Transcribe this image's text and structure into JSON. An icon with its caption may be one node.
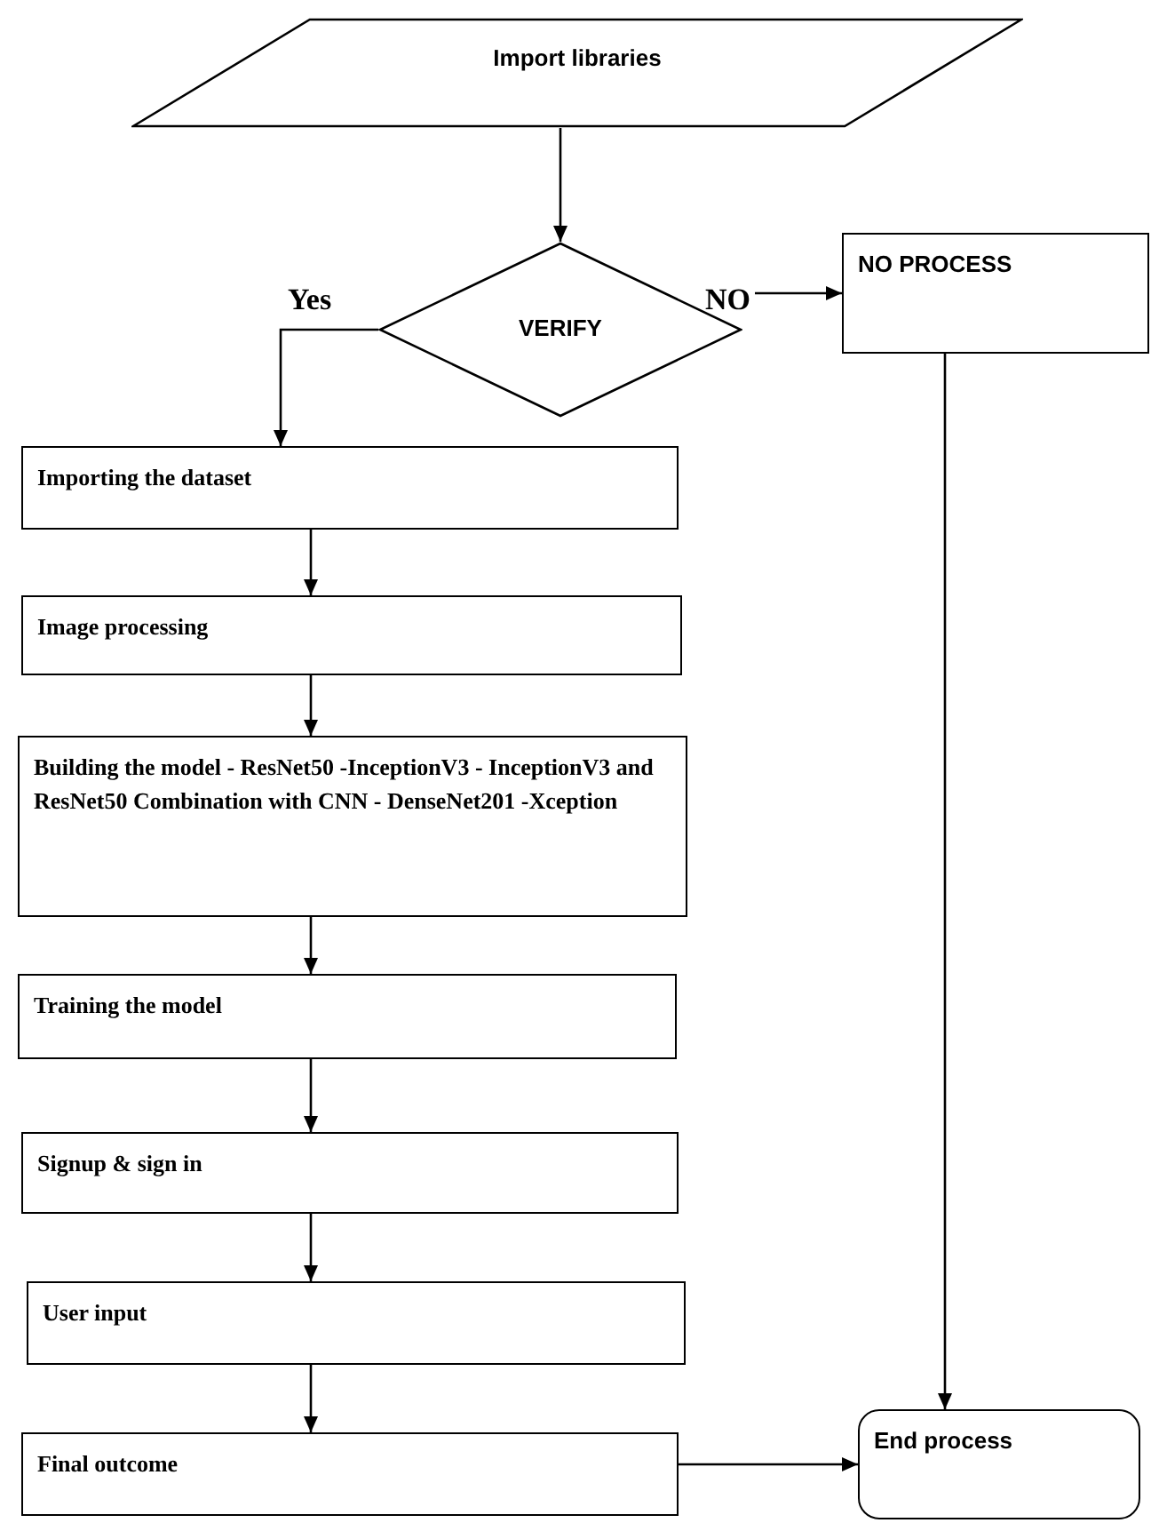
{
  "diagram": {
    "nodes": [
      {
        "text": [
          "Import libraries"
        ]
      },
      {
        "text": [
          "VERIFY"
        ]
      },
      {
        "text": [
          "NO PROCESS"
        ]
      },
      {
        "text": [
          "Importing the dataset"
        ]
      },
      {
        "text": [
          "Image processing"
        ]
      },
      {
        "text": [
          "Building the model - ResNet50 -InceptionV3 - InceptionV3 and ResNet50 Combination with CNN - DenseNet201 -Xception"
        ]
      },
      {
        "text": [
          "Training the model"
        ]
      },
      {
        "text": [
          "Signup & sign in"
        ]
      },
      {
        "text": [
          "User input"
        ]
      },
      {
        "text": [
          "Final outcome"
        ]
      },
      {
        "text": [
          "End process"
        ]
      }
    ],
    "edges": [
      {
        "from": 0,
        "to": 1,
        "arrow": "to"
      },
      {
        "from": 1,
        "to": 3,
        "arrow": "to",
        "label": "Yes"
      },
      {
        "from": 1,
        "to": 2,
        "arrow": "to",
        "label": "NO"
      },
      {
        "from": 3,
        "to": 4,
        "arrow": "to"
      },
      {
        "from": 4,
        "to": 5,
        "arrow": "to"
      },
      {
        "from": 5,
        "to": 6,
        "arrow": "to"
      },
      {
        "from": 6,
        "to": 7,
        "arrow": "to"
      },
      {
        "from": 7,
        "to": 8,
        "arrow": "to"
      },
      {
        "from": 8,
        "to": 9,
        "arrow": "to"
      },
      {
        "from": 9,
        "to": 10,
        "arrow": "to"
      },
      {
        "from": 2,
        "to": 10,
        "arrow": "to"
      }
    ]
  }
}
